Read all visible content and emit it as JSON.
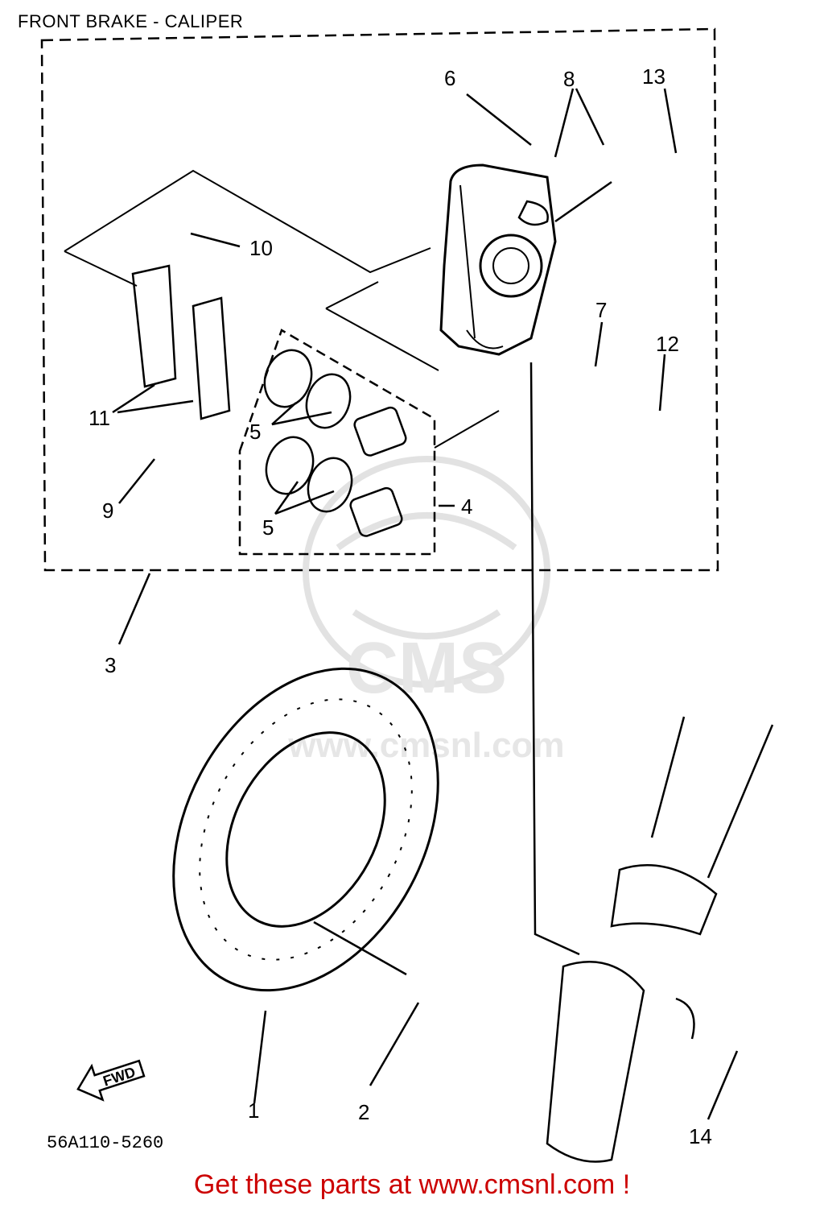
{
  "title": "FRONT BRAKE - CALIPER",
  "callouts": {
    "n1": "1",
    "n2": "2",
    "n3": "3",
    "n4": "4",
    "n5a": "5",
    "n5b": "5",
    "n6": "6",
    "n7": "7",
    "n8": "8",
    "n9": "9",
    "n10": "10",
    "n11": "11",
    "n12": "12",
    "n13": "13",
    "n14": "14"
  },
  "part_code": "56A110-5260",
  "fwd_label": "FWD",
  "watermark": {
    "brand": "CMS",
    "url": "www.cmsnl.com"
  },
  "footer": "Get these parts at www.cmsnl.com !",
  "colors": {
    "footer": "#cc0000",
    "line": "#000000",
    "watermark": "#d9d9d9"
  }
}
